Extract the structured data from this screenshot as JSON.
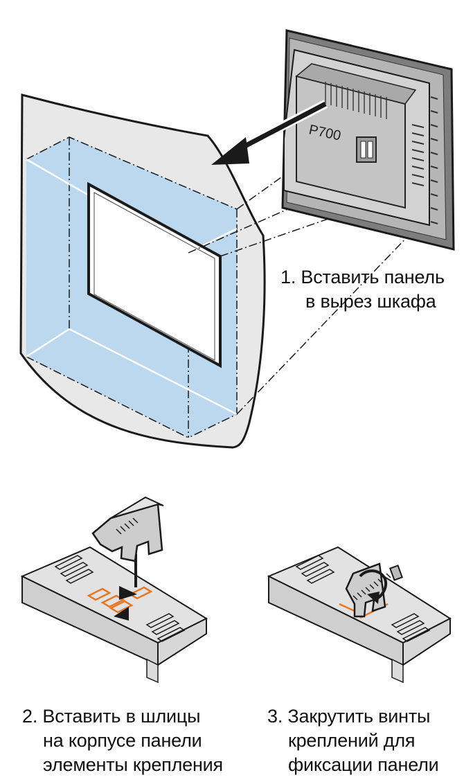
{
  "steps": [
    {
      "lines": [
        "1. Вставить панель",
        "в вырез шкафа"
      ]
    },
    {
      "lines": [
        "2. Вставить в шлицы",
        "на корпусе панели",
        "элементы крепления"
      ]
    },
    {
      "lines": [
        "3. Закрутить винты",
        "креплений для",
        "фиксации панели"
      ]
    }
  ],
  "device_label": "P700",
  "colors": {
    "panel_fill": "#e6e6e6",
    "cutout_blue": "#b9d6ee",
    "device_body": "#cfcfcf",
    "device_dark": "#8c8c8c",
    "slot_orange": "#e87722",
    "outline": "#1a1a1a"
  }
}
